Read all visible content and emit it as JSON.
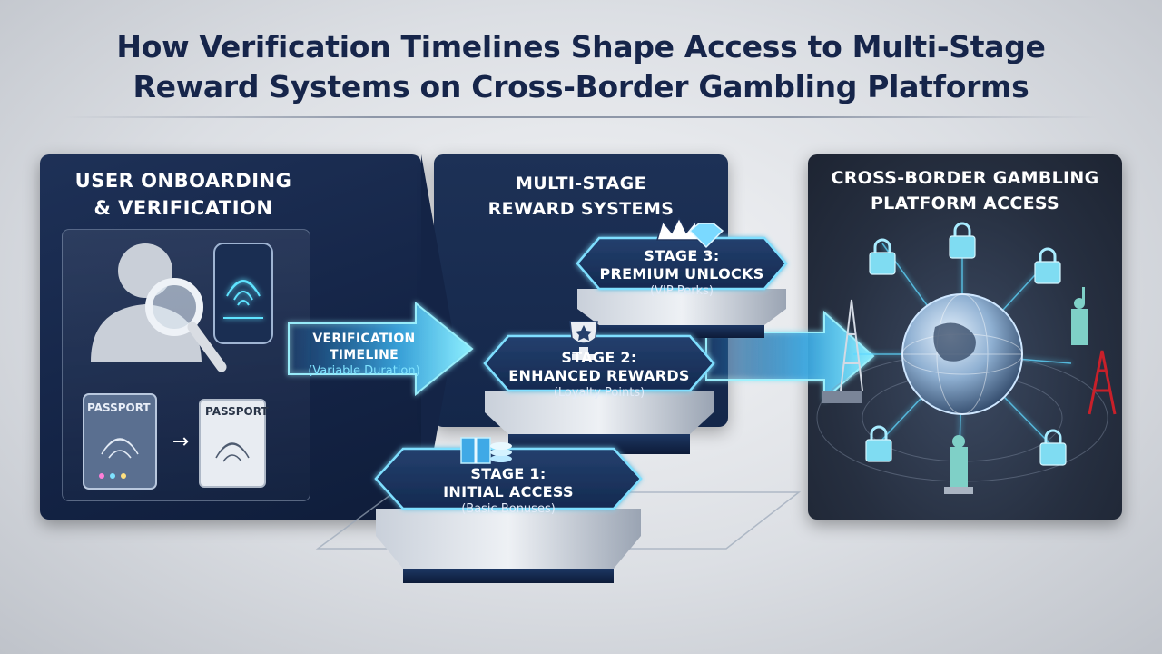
{
  "title": {
    "line1": "How Verification Timelines Shape Access to Multi-Stage",
    "line2": "Reward Systems on Cross-Border Gambling Platforms"
  },
  "panels": {
    "onboarding": {
      "line1": "USER ONBOARDING",
      "line2": "& VERIFICATION"
    },
    "rewards": {
      "line1": "MULTI-STAGE",
      "line2": "REWARD SYSTEMS"
    },
    "access": {
      "line1": "CROSS-BORDER GAMBLING",
      "line2": "PLATFORM ACCESS"
    }
  },
  "timeline": {
    "line1": "VERIFICATION",
    "line2": "TIMELINE",
    "note": "(Variable Duration)"
  },
  "passports": {
    "left": "PASSPORT",
    "right": "PASSPORT",
    "arrow": "→"
  },
  "stages": [
    {
      "title": "STAGE 1:",
      "name": "INITIAL ACCESS",
      "detail": "(Basic Bonuses)"
    },
    {
      "title": "STAGE 2:",
      "name": "ENHANCED REWARDS",
      "detail": "(Loyalty Points)"
    },
    {
      "title": "STAGE 3:",
      "name": "PREMIUM UNLOCKS",
      "detail": "(VIP Perks)"
    }
  ],
  "colors": {
    "navy": "#16254a",
    "panel": "#142446",
    "glow": "#5fd8ff",
    "accent_red": "#c8202a"
  },
  "icons": [
    "user-search-icon",
    "fingerprint-scanner-icon",
    "passport-icon",
    "gift-icon",
    "trophy-icon",
    "crown-icon",
    "diamond-icon",
    "globe-icon",
    "padlock-icon",
    "eiffel-tower-icon",
    "statue-of-liberty-icon",
    "tokyo-tower-icon"
  ]
}
